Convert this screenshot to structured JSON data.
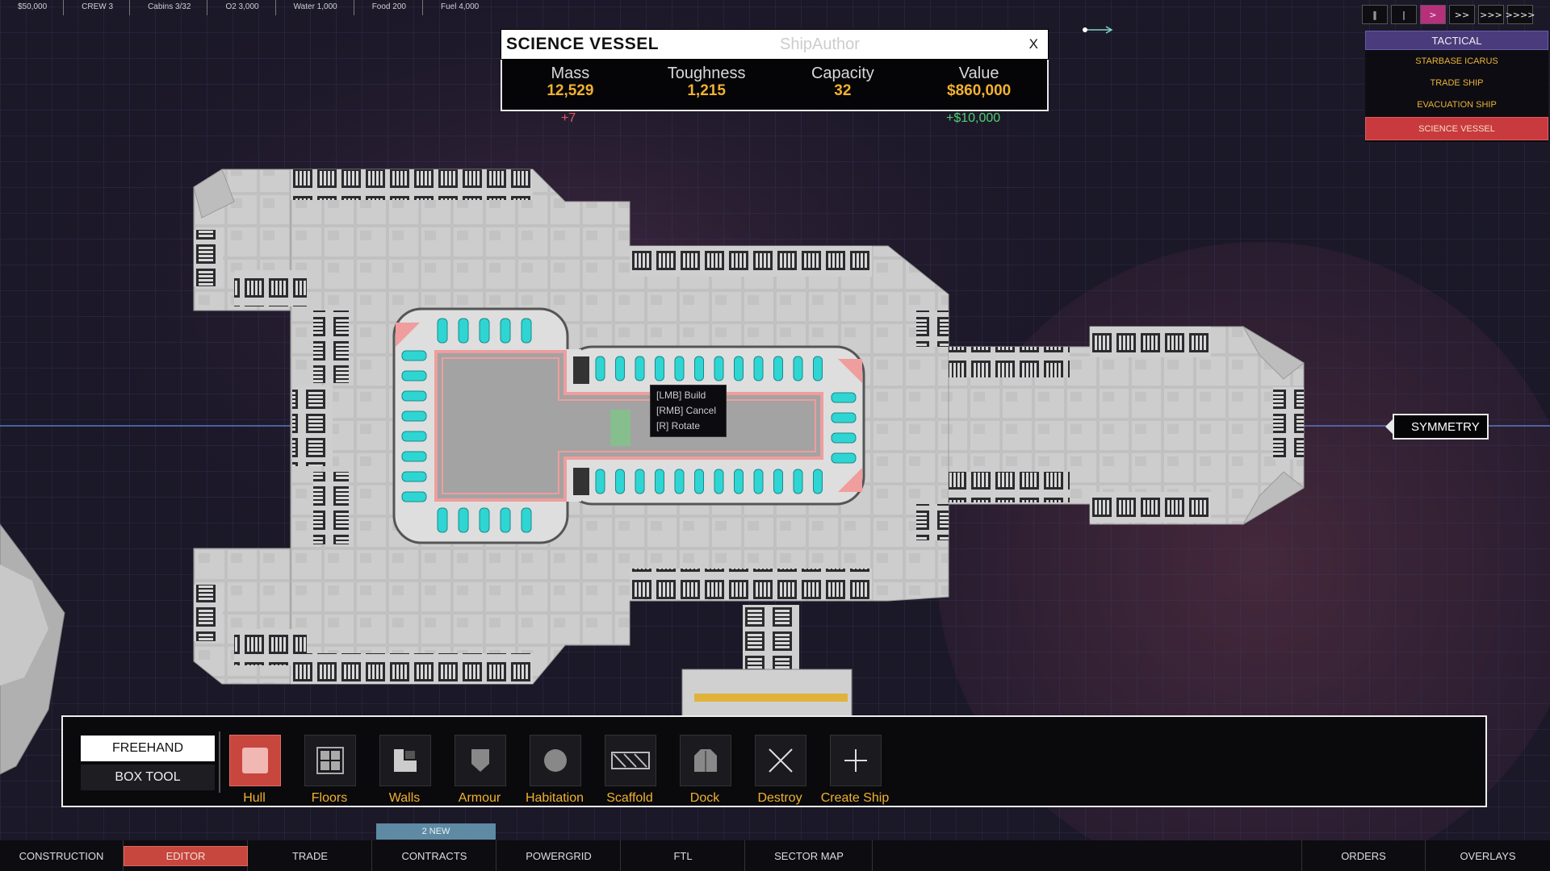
{
  "resources": [
    {
      "label": "$50,000"
    },
    {
      "label": "CREW  3"
    },
    {
      "label": "Cabins  3/32"
    },
    {
      "label": "O2  3,000"
    },
    {
      "label": "Water  1,000"
    },
    {
      "label": "Food  200"
    },
    {
      "label": "Fuel  4,000"
    }
  ],
  "speed": [
    {
      "label": "‖"
    },
    {
      "label": "|"
    },
    {
      "label": ">"
    },
    {
      "label": ">>"
    },
    {
      "label": ">>>"
    },
    {
      "label": ">>>>"
    }
  ],
  "ship_list": {
    "header": "TACTICAL",
    "items": [
      "STARBASE ICARUS",
      "TRADE SHIP",
      "EVACUATION SHIP",
      "SCIENCE VESSEL"
    ]
  },
  "ship_info": {
    "name": "SCIENCE  VESSEL",
    "author": "ShipAuthor",
    "close": "X",
    "stats": [
      {
        "label": "Mass",
        "value": "12,529"
      },
      {
        "label": "Toughness",
        "value": "1,215"
      },
      {
        "label": "Capacity",
        "value": "32"
      },
      {
        "label": "Value",
        "value": "$860,000"
      }
    ],
    "mass_delta": "+7",
    "value_delta": "+$10,000"
  },
  "tooltip": {
    "line1": "[LMB]  Build",
    "line2": "[RMB]  Cancel",
    "line3": "[R]  Rotate"
  },
  "symmetry_label": "SYMMETRY",
  "toolbar": {
    "modes": {
      "freehand": "FREEHAND",
      "box": "BOX  TOOL"
    },
    "tools": [
      {
        "label": "Hull",
        "icon": "hull-icon"
      },
      {
        "label": "Floors",
        "icon": "floors-icon"
      },
      {
        "label": "Walls",
        "icon": "walls-icon"
      },
      {
        "label": "Armour",
        "icon": "armour-icon"
      },
      {
        "label": "Habitation",
        "icon": "habitation-icon"
      },
      {
        "label": "Scaffold",
        "icon": "scaffold-icon"
      },
      {
        "label": "Dock",
        "icon": "dock-icon"
      },
      {
        "label": "Destroy",
        "icon": "destroy-icon"
      },
      {
        "label": "Create  Ship",
        "icon": "create-ship-icon"
      }
    ]
  },
  "new_badge": "2  NEW",
  "bottom_nav": [
    "CONSTRUCTION",
    "EDITOR",
    "TRADE",
    "CONTRACTS",
    "POWERGRID",
    "FTL",
    "SECTOR MAP",
    "ORDERS",
    "OVERLAYS"
  ],
  "colors": {
    "accent_red": "#c7463e",
    "accent_orange": "#f1b12f",
    "accent_purple": "#4a3b7c",
    "delta_red": "#e25b5b",
    "delta_green": "#4fcf6f"
  }
}
